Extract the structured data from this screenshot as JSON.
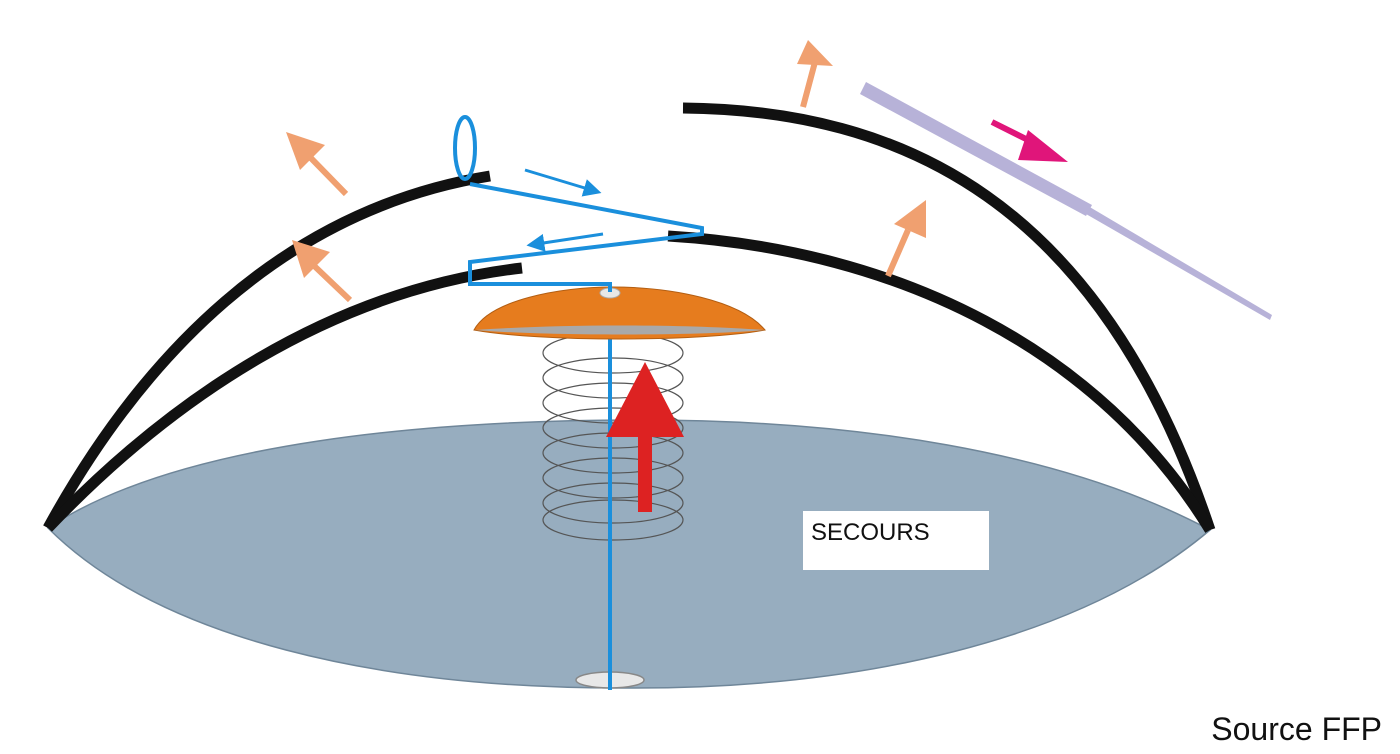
{
  "diagram": {
    "title": "Parachute de secours - ouverture",
    "labels": {
      "reserve_label": "SECOURS",
      "source_caption": "Source FFP"
    },
    "colors": {
      "canopy_fill": "#97adbf",
      "canopy_edge": "#6f8699",
      "flap_stroke": "#111111",
      "closing_loop": "#1a8fdc",
      "pilot_chute_top": "#e67c1e",
      "pilot_chute_underside": "#a9a9a9",
      "spring_coil": "#555555",
      "spring_release_arrow": "#dd2222",
      "flap_opening_arrows": "#f0a070",
      "ripcord_pin": "#b7b2d8",
      "pin_pull_arrow": "#e0157a",
      "grommet": "#e8e8e8"
    },
    "elements": [
      "reserve-container-canopy",
      "left-outer-flap",
      "left-inner-flap",
      "right-outer-flap",
      "right-inner-flap",
      "closing-loop",
      "pilot-chute",
      "pilot-chute-spring",
      "spring-release-arrow",
      "ripcord-pin",
      "pin-pull-arrow",
      "flap-opening-arrows",
      "loop-direction-arrows"
    ]
  }
}
